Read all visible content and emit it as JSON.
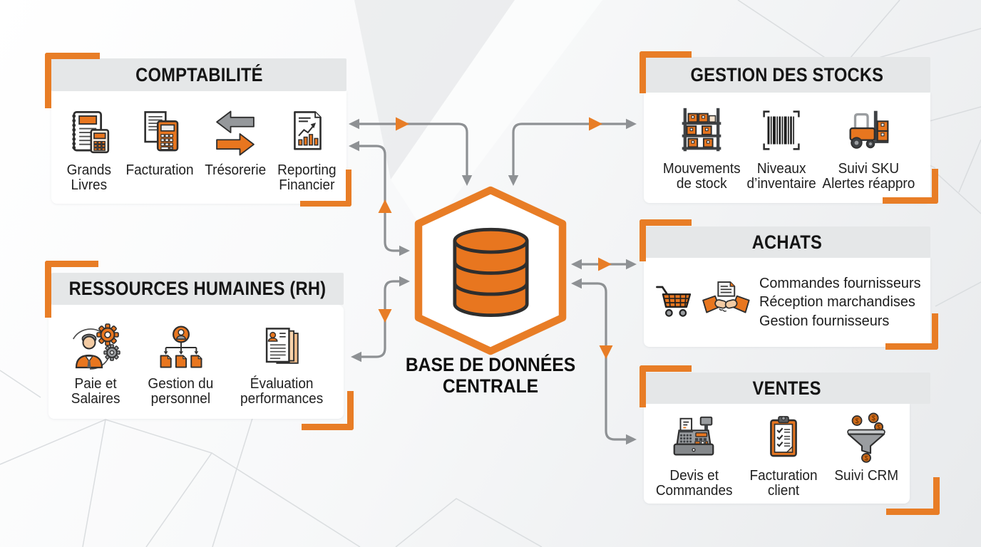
{
  "colors": {
    "accent_orange": "#E87D26",
    "icon_orange": "#E8761F",
    "arrow_gray": "#8E9194",
    "title_bar_gray": "#E5E7E8",
    "ink": "#1C1C1C"
  },
  "center": {
    "label": "BASE DE DONNÉES\nCENTRALE",
    "icon": "database-icon"
  },
  "sections": {
    "comptabilite": {
      "title": "COMPTABILITÉ",
      "items": [
        {
          "icon": "ledger-calculator-icon",
          "label": "Grands\nLivres"
        },
        {
          "icon": "invoice-calculator-icon",
          "label": "Facturation"
        },
        {
          "icon": "transfer-arrows-icon",
          "label": "Trésorerie"
        },
        {
          "icon": "financial-report-icon",
          "label": "Reporting\nFinancier"
        }
      ]
    },
    "rh": {
      "title": "RESSOURCES HUMAINES (RH)",
      "items": [
        {
          "icon": "payroll-icon",
          "label": "Paie et\nSalaires"
        },
        {
          "icon": "org-chart-icon",
          "label": "Gestion du\npersonnel"
        },
        {
          "icon": "performance-review-icon",
          "label": "Évaluation\nperformances"
        }
      ]
    },
    "stocks": {
      "title": "GESTION DES STOCKS",
      "items": [
        {
          "icon": "warehouse-shelf-icon",
          "label": "Mouvements\nde stock"
        },
        {
          "icon": "barcode-icon",
          "label": "Niveaux\nd’inventaire"
        },
        {
          "icon": "forklift-icon",
          "label": "Suivi SKU\nAlertes réappro"
        }
      ]
    },
    "achats": {
      "title": "ACHATS",
      "icons": [
        "shopping-cart-icon",
        "handshake-icon"
      ],
      "features": [
        "Commandes fournisseurs",
        "Réception marchandises",
        "Gestion fournisseurs"
      ]
    },
    "ventes": {
      "title": "VENTES",
      "items": [
        {
          "icon": "cash-register-icon",
          "label": "Devis et\nCommandes"
        },
        {
          "icon": "clipboard-checklist-icon",
          "label": "Facturation\nclient"
        },
        {
          "icon": "crm-funnel-icon",
          "label": "Suivi CRM"
        }
      ]
    }
  }
}
